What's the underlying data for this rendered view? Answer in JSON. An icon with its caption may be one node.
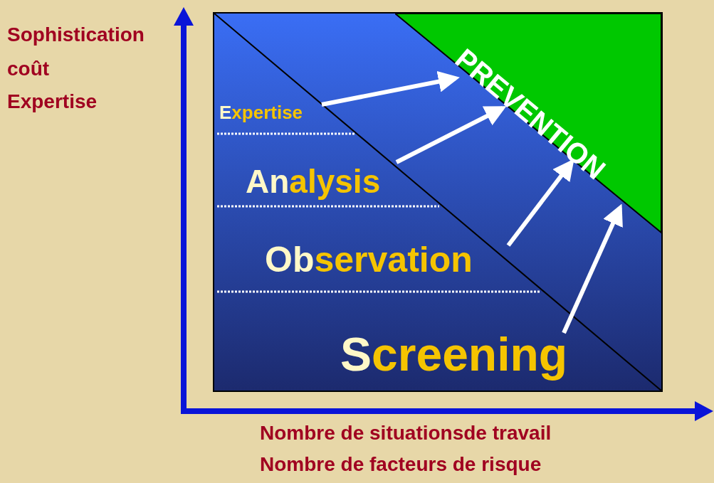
{
  "diagram": {
    "nodes": [
      {
        "text": [
          "Expertise"
        ]
      },
      {
        "text": [
          "Analysis"
        ]
      },
      {
        "text": [
          "Observation"
        ]
      },
      {
        "text": [
          "Screening"
        ]
      },
      {
        "text": [
          "PREVENTION"
        ]
      }
    ],
    "edges": [
      {
        "from": 0,
        "to": 4,
        "arrow": "to"
      },
      {
        "from": 1,
        "to": 4,
        "arrow": "to"
      },
      {
        "from": 2,
        "to": 4,
        "arrow": "to"
      },
      {
        "from": 3,
        "to": 4,
        "arrow": "to"
      }
    ],
    "labels": [
      "Sophistication",
      "coût",
      "Expertise",
      "Nombre de situationsde travail",
      "Nombre de facteurs de risque"
    ]
  }
}
